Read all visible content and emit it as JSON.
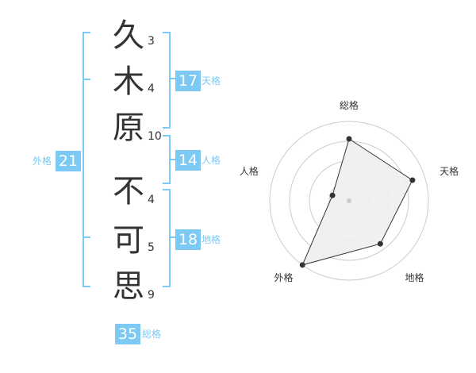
{
  "colors": {
    "accent": "#7cc9f4",
    "text": "#333333",
    "polygon_fill": "#eeeeee",
    "rings": "#cccccc"
  },
  "name": {
    "chars": [
      {
        "char": "久",
        "strokes": "3"
      },
      {
        "char": "木",
        "strokes": "4"
      },
      {
        "char": "原",
        "strokes": "10"
      },
      {
        "char": "不",
        "strokes": "4"
      },
      {
        "char": "可",
        "strokes": "5"
      },
      {
        "char": "思",
        "strokes": "9"
      }
    ]
  },
  "kaku": {
    "tenkaku": {
      "value": "17",
      "label": "天格"
    },
    "jinkaku": {
      "value": "14",
      "label": "人格"
    },
    "chikaku": {
      "value": "18",
      "label": "地格"
    },
    "gaikaku": {
      "value": "21",
      "label": "外格"
    },
    "soukaku": {
      "value": "35",
      "label": "総格"
    }
  },
  "radar": {
    "axes": [
      "総格",
      "天格",
      "地格",
      "外格",
      "人格"
    ],
    "levels": [
      0.78,
      0.84,
      0.67,
      1.0,
      0.22
    ],
    "rings": 4
  }
}
